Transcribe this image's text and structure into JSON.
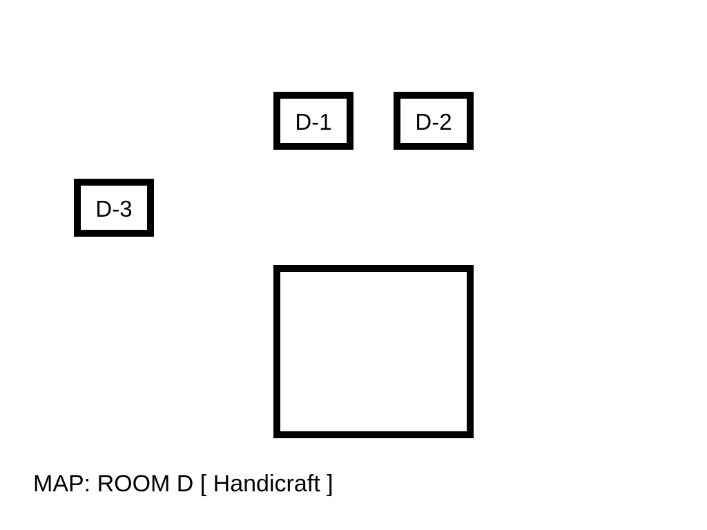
{
  "map": {
    "title": "MAP: ROOM D [ Handicraft ]",
    "room": "ROOM D",
    "theme": "Handicraft",
    "booths": [
      {
        "id": "D-1",
        "label": "D-1"
      },
      {
        "id": "D-2",
        "label": "D-2"
      },
      {
        "id": "D-3",
        "label": "D-3"
      }
    ],
    "unlabeled_area": {
      "label": ""
    }
  },
  "colors": {
    "background": "#ffffff",
    "outline": "#000000",
    "text": "#000000"
  }
}
